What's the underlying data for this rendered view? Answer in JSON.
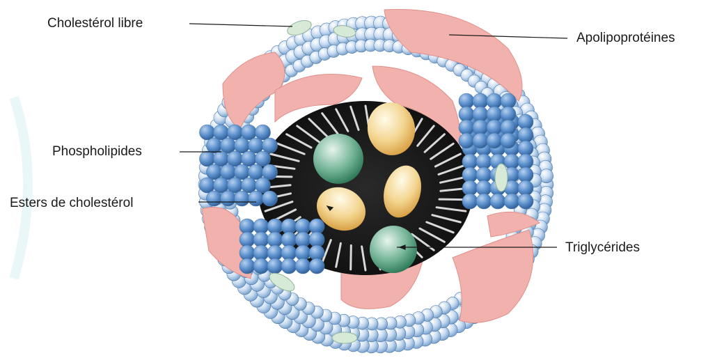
{
  "labels": {
    "free_cholesterol": "Cholestérol libre",
    "apolipoproteins": "Apolipoprotéines",
    "phospholipids": "Phospholipides",
    "cholesterol_esters": "Esters de cholestérol",
    "triglycerides": "Triglycérides"
  },
  "colors": {
    "phospholipid_light": "#cfe0f2",
    "phospholipid_dark": "#6f9fd6",
    "apolipoprotein": "#f1b2ad",
    "core": "#1c1c1c",
    "ester_green": "#5fa78a",
    "triglyceride_yellow": "#f2d493",
    "free_cholesterol_green": "#d6ead7"
  },
  "icons": [
    "lipoprotein-particle"
  ]
}
